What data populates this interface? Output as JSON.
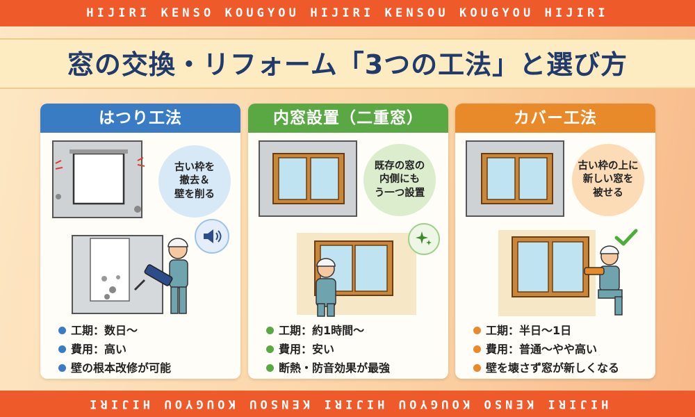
{
  "banner": {
    "top_text": "HIJIRI KENSO KOUGYOU HIJIRI KENSOU KOUGYOU HIJIRI",
    "bottom_text": "HIJIRI KENSO KOUGYOU HIJIRI KENSOU KOUGYOU HIJIRI"
  },
  "title": "窓の交換・リフォーム「3つの工法」と選び方",
  "colors": {
    "stripe": "#ee5a2a",
    "title_text": "#1f3a6b",
    "card1_accent": "#3a7cc4",
    "card2_accent": "#5aa844",
    "card3_accent": "#e88a2a"
  },
  "cards": [
    {
      "heading": "はつり工法",
      "bubble": "古い枠を\n撤去＆\n壁を削る",
      "badge_icon": "speaker-icon",
      "items": [
        "工期：数日〜",
        "費用：高い",
        "壁の根本改修が可能"
      ]
    },
    {
      "heading": "内窓設置（二重窓）",
      "bubble": "既存の窓の\n内側にも\nう一つ設置",
      "badge_icon": "sparkle-icon",
      "items": [
        "工期：約1時間〜",
        "費用：安い",
        "断熱・防音効果が最強"
      ]
    },
    {
      "heading": "カバー工法",
      "bubble": "古い枠の上に\n新しい窓を\n被せる",
      "badge_icon": "checkmark-icon",
      "items": [
        "工期：半日〜1日",
        "費用：普通〜やや高い",
        "壁を壊さず窓が新しくなる"
      ]
    }
  ]
}
